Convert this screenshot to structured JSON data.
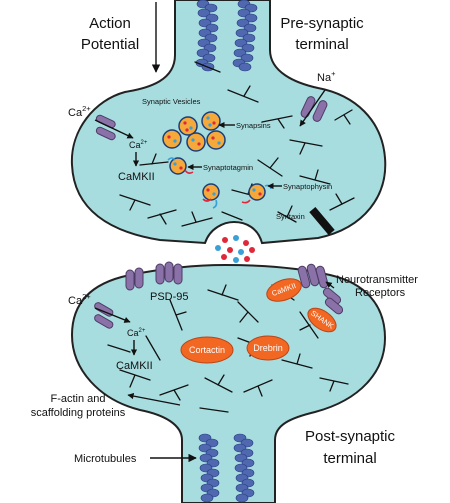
{
  "labels": {
    "action_potential_line1": "Action",
    "action_potential_line2": "Potential",
    "presynaptic_line1": "Pre-synaptic",
    "presynaptic_line2": "terminal",
    "na_ion": "Na",
    "na_charge": "+",
    "ca_ion": "Ca",
    "ca_charge": "2+",
    "camkii": "CaMKII",
    "synaptic_vesicles": "Synaptic Vesicles",
    "synapsins": "Synapsins",
    "synaptotagmin": "Synaptotagmin",
    "synaptophysin": "Synaptophysin",
    "syntaxin": "Syntaxin",
    "psd95": "PSD-95",
    "neurotransmitter_receptors_line1": "Neurotransmitter",
    "neurotransmitter_receptors_line2": "Receptors",
    "camkii_blob": "CaMKII",
    "shank": "SHANK",
    "cortactin": "Cortactin",
    "drebrin": "Drebrin",
    "factin_line1": "F-actin and",
    "factin_line2": "scaffolding proteins",
    "microtubules": "Microtubules",
    "postsynaptic_line1": "Post-synaptic",
    "postsynaptic_line2": "terminal"
  },
  "colors": {
    "cytoplasm": "#a8dde0",
    "membrane": "#222222",
    "microtubule": "#4f68b0",
    "receptor": "#8a72a8",
    "orange_protein": "#f26722",
    "vesicle": "#f4a93a",
    "syntaxin": "#111111",
    "neurotransmitter_red": "#e0283a",
    "neurotransmitter_blue": "#3aa0d8"
  }
}
